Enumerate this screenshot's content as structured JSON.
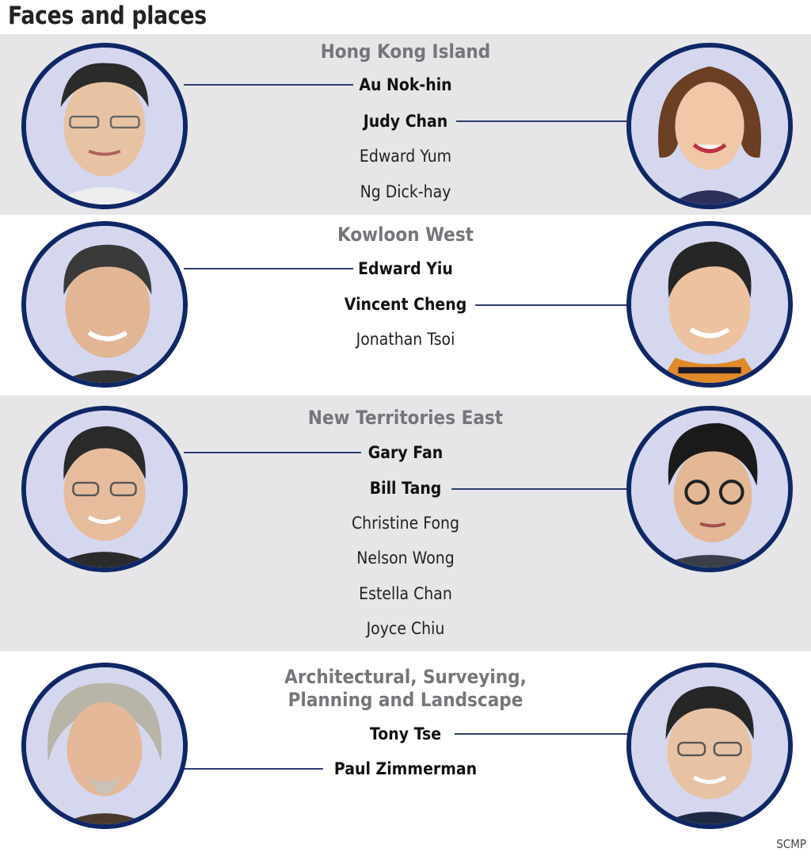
{
  "title": "Faces and places",
  "colors": {
    "band_gray": "#e6e6e8",
    "band_white": "#ffffff",
    "circle_border": "#0f2766",
    "circle_fill": "#d5d7ef",
    "connector_line": "#2d3f6e",
    "region_title": "#75767a",
    "name_text": "#222222"
  },
  "regions": [
    {
      "title": "Hong Kong Island",
      "candidates": [
        {
          "name": "Au Nok-hin",
          "featured": true,
          "photo_side": "left"
        },
        {
          "name": "Judy Chan",
          "featured": true,
          "photo_side": "right"
        },
        {
          "name": "Edward Yum",
          "featured": false
        },
        {
          "name": "Ng Dick-hay",
          "featured": false
        }
      ]
    },
    {
      "title": "Kowloon West",
      "candidates": [
        {
          "name": "Edward Yiu",
          "featured": true,
          "photo_side": "left"
        },
        {
          "name": "Vincent Cheng",
          "featured": true,
          "photo_side": "right"
        },
        {
          "name": "Jonathan Tsoi",
          "featured": false
        }
      ]
    },
    {
      "title": "New Territories East",
      "candidates": [
        {
          "name": "Gary Fan",
          "featured": true,
          "photo_side": "left"
        },
        {
          "name": "Bill Tang",
          "featured": true,
          "photo_side": "right"
        },
        {
          "name": "Christine Fong",
          "featured": false
        },
        {
          "name": "Nelson Wong",
          "featured": false
        },
        {
          "name": "Estella Chan",
          "featured": false
        },
        {
          "name": "Joyce Chiu",
          "featured": false
        }
      ]
    },
    {
      "title_line1": "Architectural, Surveying,",
      "title_line2": "Planning and Landscape",
      "candidates": [
        {
          "name": "Tony Tse",
          "featured": true,
          "photo_side": "right"
        },
        {
          "name": "Paul Zimmerman",
          "featured": true,
          "photo_side": "left"
        }
      ]
    }
  ],
  "credit": "SCMP"
}
